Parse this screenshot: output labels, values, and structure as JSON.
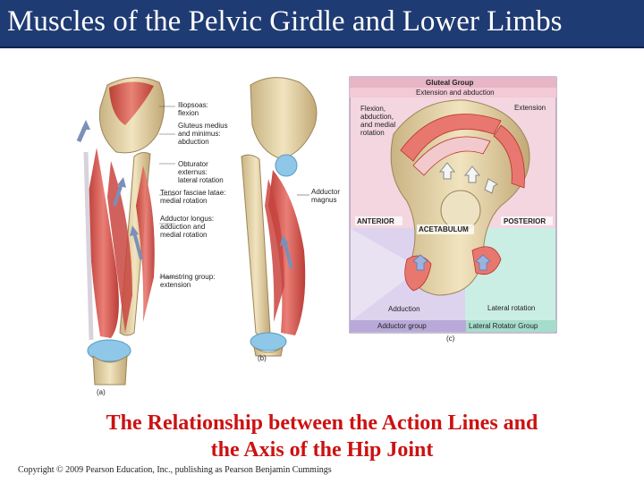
{
  "slide": {
    "title": "Muscles of the Pelvic Girdle and Lower Limbs",
    "caption_line1": "The Relationship between the Action Lines and",
    "caption_line2": "the Axis of the Hip Joint",
    "copyright": "Copyright © 2009 Pearson Education, Inc., publishing as Pearson Benjamin Cummings"
  },
  "panel_a": {
    "label": "(a)",
    "callouts": [
      {
        "lines": [
          "Iliopsoas:",
          "flexion"
        ]
      },
      {
        "lines": [
          "Gluteus medius",
          "and minimus:",
          "abduction"
        ]
      },
      {
        "lines": [
          "Obturator",
          "externus:",
          "lateral rotation"
        ]
      },
      {
        "lines": [
          "Tensor fasciae latae:",
          "medial rotation"
        ]
      },
      {
        "lines": [
          "Adductor longus:",
          "adduction and",
          "medial rotation"
        ]
      },
      {
        "lines": [
          "Hamstring group:",
          "extension"
        ]
      }
    ]
  },
  "panel_b": {
    "label": "(b)",
    "callouts": [
      {
        "lines": [
          "Adductor",
          "magnus"
        ]
      }
    ]
  },
  "panel_c": {
    "label": "(c)",
    "gluteal_group": "Gluteal Group",
    "extension_abduction": "Extension and abduction",
    "flexion_note": [
      "Flexion,",
      "abduction,",
      "and medial",
      "rotation"
    ],
    "extension": "Extension",
    "anterior": "ANTERIOR",
    "posterior": "POSTERIOR",
    "acetabulum": "ACETABULUM",
    "adduction": "Adduction",
    "lateral_rotation": "Lateral rotation",
    "adductor_group": "Adductor group",
    "lateral_rotator_group": "Lateral Rotator Group"
  },
  "colors": {
    "title_bg": "#1f3b73",
    "caption": "#cc1111",
    "gluteal_region": "#f3d6df",
    "adductor_region": "#ddd3ee",
    "rotator_region": "#cbeee4",
    "muscle": "#d9534f",
    "bone": "#ecdcb0"
  }
}
